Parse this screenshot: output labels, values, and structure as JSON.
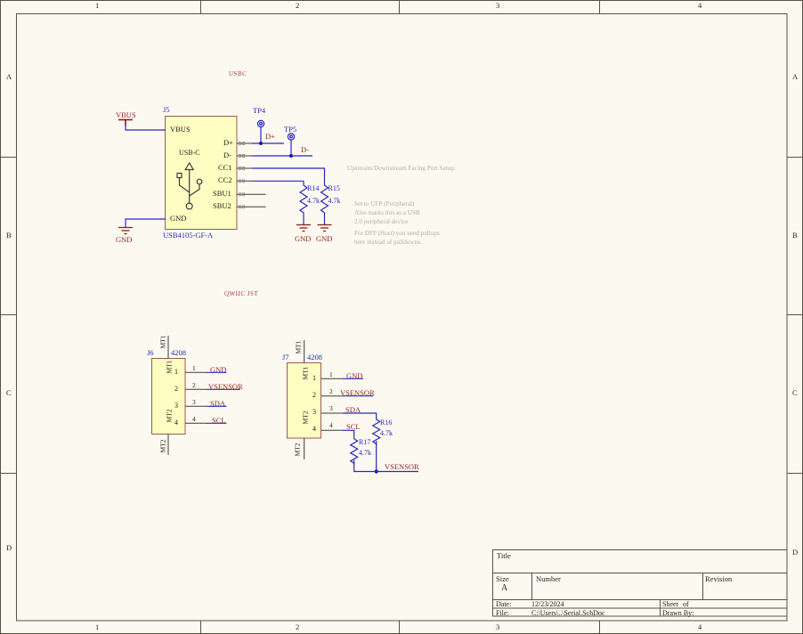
{
  "grid": {
    "cols": [
      "1",
      "2",
      "3",
      "4"
    ],
    "rows": [
      "A",
      "B",
      "C",
      "D"
    ]
  },
  "usb": {
    "section_label": "USBC",
    "j5": {
      "designator": "J5",
      "comment": "USB4105-GF-A",
      "type_label": "USB-C",
      "pin_vbus": "VBUS",
      "pin_gnd": "GND",
      "pin_dp": "D+",
      "pin_dm": "D-",
      "pin_cc1": "CC1",
      "pin_cc2": "CC2",
      "pin_sbu1": "SBU1",
      "pin_sbu2": "SBU2"
    },
    "vbus_port": "VBUS",
    "gnd_port": "GND",
    "tp4": "TP4",
    "tp5": "TP5",
    "net_dp": "D+",
    "net_dm": "D-",
    "r14": {
      "designator": "R14",
      "value": "4.7k"
    },
    "r15": {
      "designator": "R15",
      "value": "4.7k"
    },
    "r14_gnd": "GND",
    "r15_gnd": "GND",
    "notes": {
      "heading": "Upstream/Downstream Facing Port Setup:",
      "line1": "Set to UFP (Peripheral)",
      "line2": "Also marks this as a USB",
      "line3": "2.0 peripheral device",
      "line4": "For DFP (Host) you need pullups",
      "line5": "here instead of pulldowns."
    }
  },
  "qwiic": {
    "section_label": "QWIIC JST",
    "j6": {
      "designator": "J6",
      "comment": "4208",
      "mt1": "MT1",
      "mt2": "MT2",
      "pin1": "1",
      "pin2": "2",
      "pin3": "3",
      "pin4": "4",
      "net1": "GND",
      "net2": "VSENSOR",
      "net3": "SDA",
      "net4": "SCL"
    },
    "j7": {
      "designator": "J7",
      "comment": "4208",
      "mt1": "MT1",
      "mt2": "MT2",
      "pin1": "1",
      "pin2": "2",
      "pin3": "3",
      "pin4": "4",
      "net1": "GND",
      "net2": "VSENSOR",
      "net3": "SDA",
      "net4": "SCL"
    },
    "r16": {
      "designator": "R16",
      "value": "4.7k"
    },
    "r17": {
      "designator": "R17",
      "value": "4.7k"
    },
    "net_vsensor": "VSENSOR"
  },
  "title_block": {
    "title_label": "Title",
    "size_label": "Size",
    "size_value": "A",
    "number_label": "Number",
    "revision_label": "Revision",
    "date_label": "Date:",
    "date_value": "12/23/2024",
    "sheet_label": "Sheet",
    "of_label": "of",
    "file_label": "File:",
    "file_value": "C:\\Users\\..\\Serial.SchDoc",
    "drawn_by_label": "Drawn By:"
  }
}
